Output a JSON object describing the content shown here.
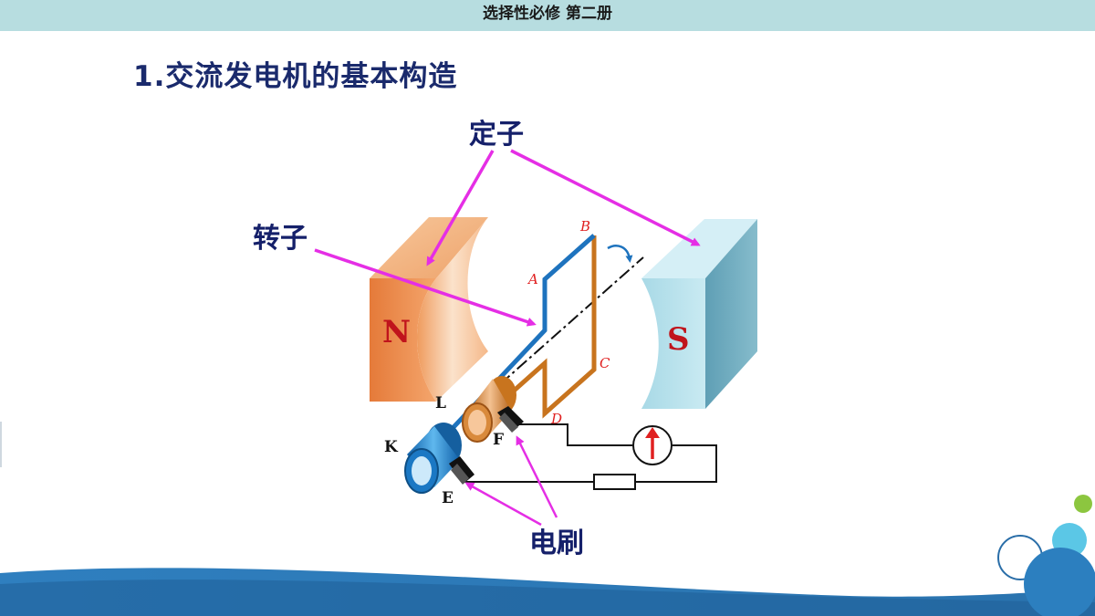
{
  "header": {
    "title": "选择性必修 第二册"
  },
  "slide": {
    "title": "1.交流发电机的基本构造"
  },
  "callouts": {
    "stator": "定子",
    "rotor": "转子",
    "brush": "电刷"
  },
  "magnets": {
    "north": "N",
    "south": "S"
  },
  "coil_points": {
    "a": "A",
    "b": "B",
    "c": "C",
    "d": "D"
  },
  "parts": {
    "k": "K",
    "l": "L",
    "e": "E",
    "f": "F"
  },
  "colors": {
    "header_bg": "#b7dde0",
    "title": "#1a2a6c",
    "arrow": "#e52ee5",
    "coil_blue": "#1e73be",
    "coil_orange": "#c8741e"
  }
}
